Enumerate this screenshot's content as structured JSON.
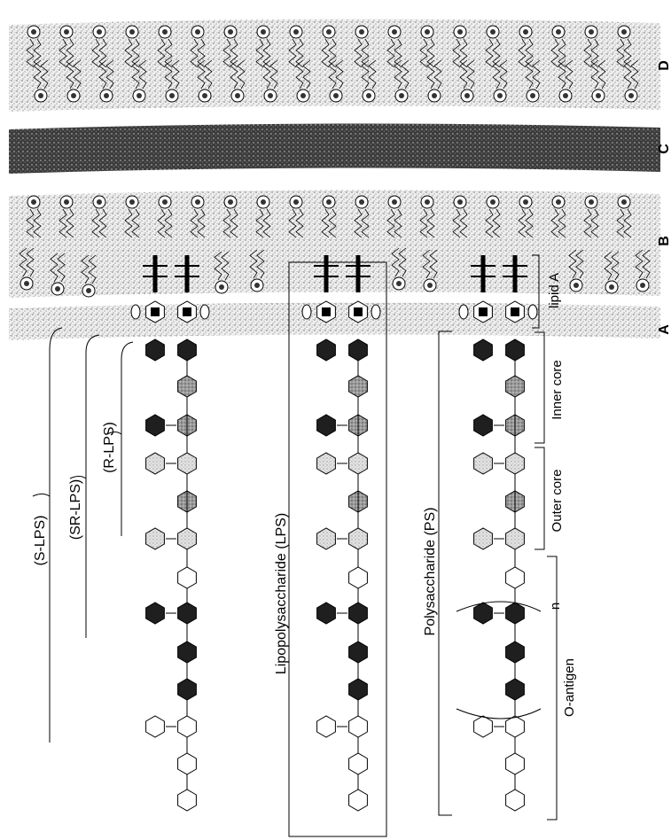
{
  "labels": {
    "s_lps": "(S-LPS)",
    "sr_lps": "(SR-LPS)",
    "r_lps": "(R-LPS)",
    "lipopolysaccharide": "Lipopolysaccharide (LPS)",
    "polysaccharide": "Polysaccharide (PS)",
    "lipid_a": "lipid A",
    "inner_core": "Inner core",
    "outer_core": "Outer core",
    "o_antigen": "O-antigen",
    "repeat_n": "n",
    "layer_a": "A",
    "layer_b": "B",
    "layer_c": "C",
    "layer_d": "D"
  },
  "legend_colors": {
    "dark_sugar": "#1f1f1f",
    "gray_sugar": "#8a8a8a",
    "light_sugar": "#d8d8d8",
    "open_sugar": "#ffffff",
    "membrane_stipple": "#bdbdbd",
    "peptidoglycan": "#4a4a4a"
  }
}
